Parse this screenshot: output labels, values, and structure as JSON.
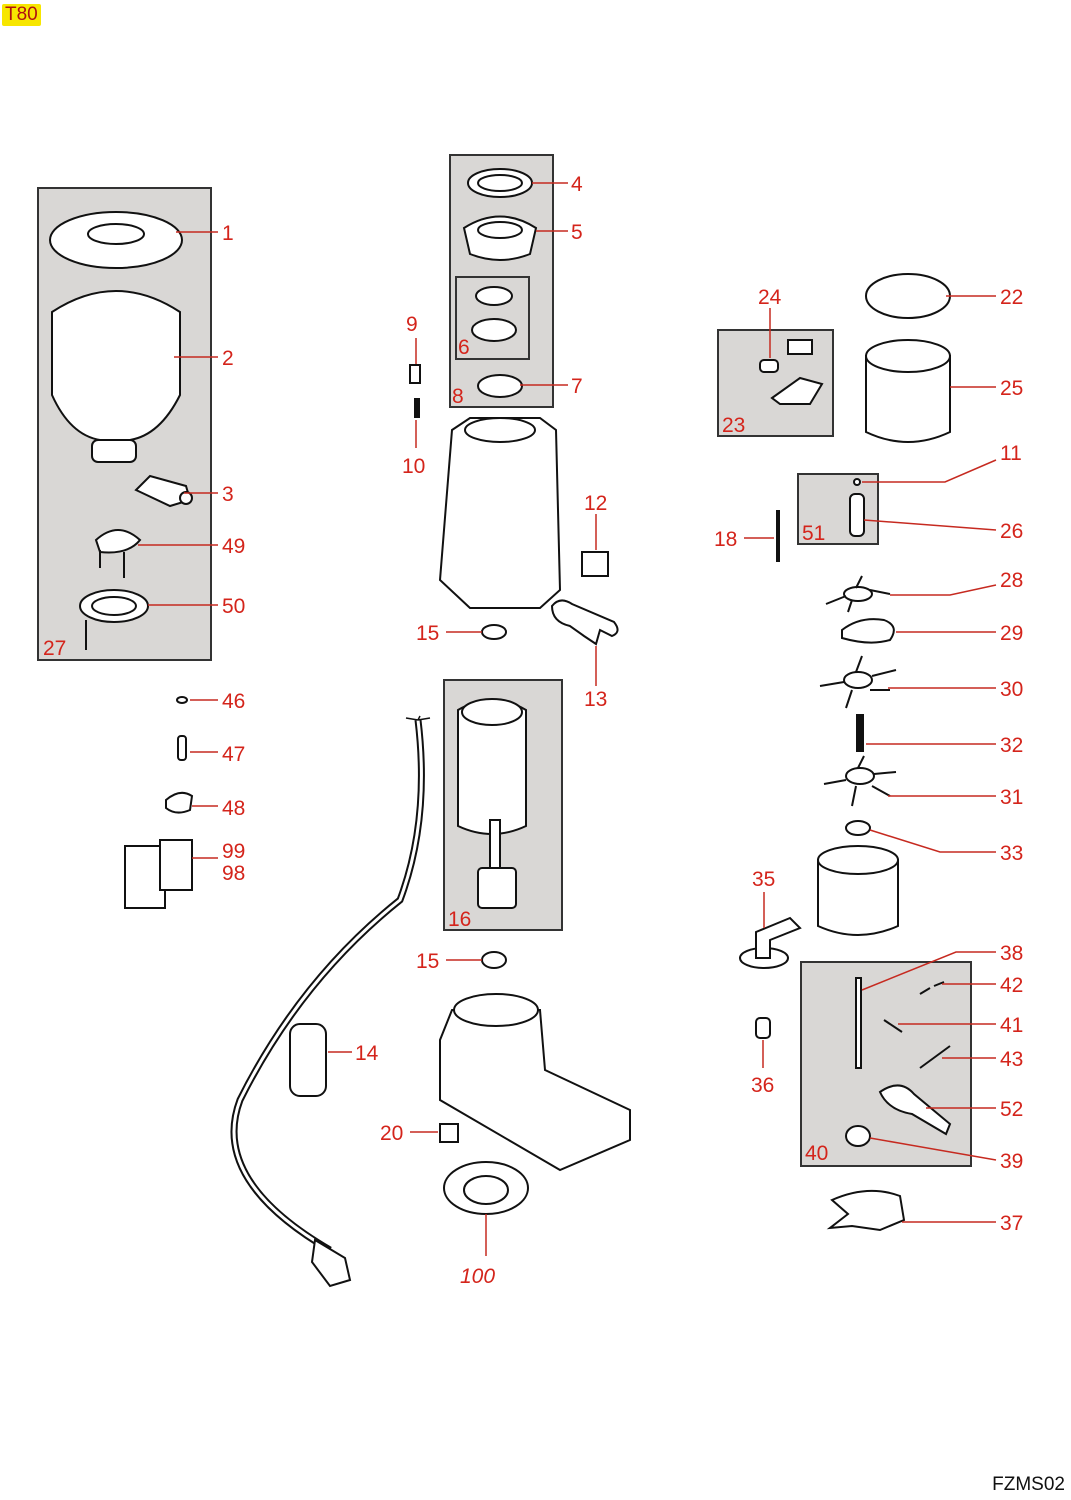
{
  "header": {
    "model": "T80"
  },
  "footer": {
    "drawing_code": "FZMS02"
  },
  "colors": {
    "callout": "#d4241b",
    "model_badge_bg": "#f7e600",
    "group_box_bg": "#d9d7d5"
  },
  "groups": [
    {
      "id": "27",
      "contains": [
        "1",
        "2",
        "3",
        "49",
        "50"
      ]
    },
    {
      "id": "8",
      "contains": [
        "4",
        "5",
        "6",
        "7"
      ]
    },
    {
      "id": "6",
      "contains": []
    },
    {
      "id": "23",
      "contains": [
        "24"
      ]
    },
    {
      "id": "51",
      "contains": [
        "11",
        "26"
      ]
    },
    {
      "id": "16",
      "contains": []
    },
    {
      "id": "40",
      "contains": [
        "38",
        "42",
        "41",
        "43",
        "52",
        "39"
      ]
    }
  ],
  "callouts": [
    "1",
    "2",
    "3",
    "49",
    "50",
    "27",
    "4",
    "5",
    "6",
    "7",
    "8",
    "9",
    "10",
    "12",
    "13",
    "15",
    "15b",
    "16",
    "14",
    "20",
    "100",
    "46",
    "47",
    "48",
    "99",
    "98",
    "22",
    "24",
    "23",
    "25",
    "11",
    "26",
    "51",
    "18",
    "28",
    "29",
    "30",
    "32",
    "31",
    "33",
    "35",
    "36",
    "38",
    "42",
    "41",
    "43",
    "52",
    "39",
    "40",
    "37"
  ],
  "labels": {
    "c1": "1",
    "c2": "2",
    "c3": "3",
    "c49": "49",
    "c50": "50",
    "c27": "27",
    "c4": "4",
    "c5": "5",
    "c6": "6",
    "c7": "7",
    "c8": "8",
    "c9": "9",
    "c10": "10",
    "c12": "12",
    "c13": "13",
    "c15": "15",
    "c15b": "15",
    "c16": "16",
    "c14": "14",
    "c20": "20",
    "c100": "100",
    "c46": "46",
    "c47": "47",
    "c48": "48",
    "c99": "99",
    "c98": "98",
    "c22": "22",
    "c24": "24",
    "c23": "23",
    "c25": "25",
    "c11": "11",
    "c26": "26",
    "c51": "51",
    "c18": "18",
    "c28": "28",
    "c29": "29",
    "c30": "30",
    "c32": "32",
    "c31": "31",
    "c33": "33",
    "c35": "35",
    "c36": "36",
    "c38": "38",
    "c42": "42",
    "c41": "41",
    "c43": "43",
    "c52": "52",
    "c39": "39",
    "c40": "40",
    "c37": "37"
  }
}
